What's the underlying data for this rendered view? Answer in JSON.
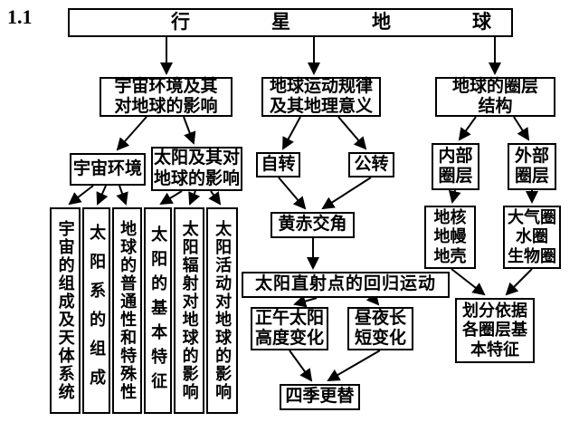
{
  "page_label": "1.1",
  "root": {
    "chars": [
      "行",
      "星",
      "地",
      "球"
    ]
  },
  "level2": {
    "universe_env": "宇宙环境及其\n对地球的影响",
    "earth_motion": "地球运动规律\n及其地理意义",
    "earth_layers": "地球的圈层\n结构"
  },
  "level3": {
    "cosmic_env": "宇宙环境",
    "sun_influence": "太阳及其对\n地球的影响",
    "rotation": "自转",
    "revolution": "公转",
    "inner_layers": "内部\n圈层",
    "outer_layers": "外部\n圈层"
  },
  "leaves": {
    "cosmos_composition": "宇宙的组成及天体系统",
    "solar_system_composition": "太阳系的组成",
    "earth_ordinary_special": "地球的普通性和特殊性",
    "sun_basic_features": "太阳的基本特征",
    "solar_radiation_effect": "太阳辐射对地球的影响",
    "solar_activity_effect": "太阳活动对地球的影响"
  },
  "motion": {
    "ecliptic_obliquity": "黄赤交角",
    "subsolar_point_movement": "太阳直射点的回归运动",
    "noon_sun_altitude": "正午太阳\n高度变化",
    "day_night_length": "昼夜长\n短变化",
    "seasons_change": "四季更替"
  },
  "layers": {
    "internal_parts": "地核\n地幔\n地壳",
    "external_parts": "大气圈\n水圈\n生物圈",
    "division_basis": "划分依据\n各圈层基\n本特征"
  }
}
